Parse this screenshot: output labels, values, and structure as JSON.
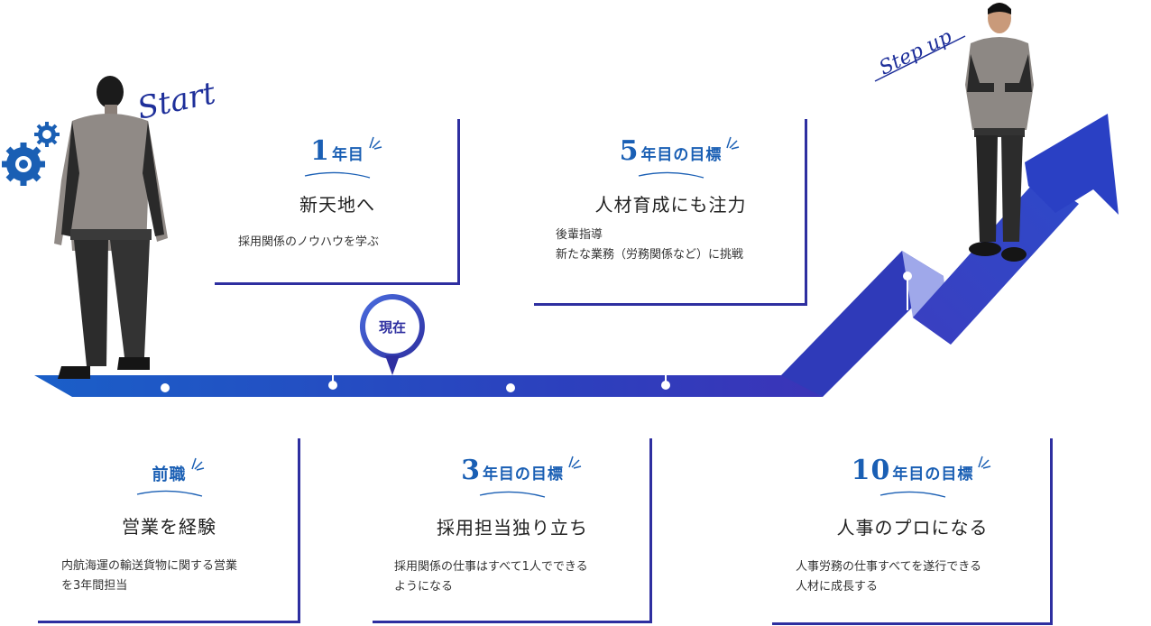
{
  "start_label": "Start",
  "stepup_label": "Step up",
  "current_pin": "現在",
  "cards": {
    "year1": {
      "num": "1",
      "unit": "年目",
      "title": "新天地へ",
      "desc": [
        "採用関係のノウハウを学ぶ"
      ]
    },
    "year5": {
      "num": "5",
      "unit": "年目の目標",
      "title": "人材育成にも注力",
      "desc": [
        "後輩指導",
        "新たな業務（労務関係など）に挑戦"
      ]
    },
    "prev": {
      "label": "前職",
      "title": "営業を経験",
      "desc": [
        "内航海運の輸送貨物に関する営業",
        "を3年間担当"
      ]
    },
    "year3": {
      "num": "3",
      "unit": "年目の目標",
      "title": "採用担当独り立ち",
      "desc": [
        "採用関係の仕事はすべて1人でできる",
        "ようになる"
      ]
    },
    "year10": {
      "num": "10",
      "unit": "年目の目標",
      "title": "人事のプロになる",
      "desc": [
        "人事労務の仕事すべてを遂行できる",
        "人材に成長する"
      ]
    }
  },
  "colors": {
    "accent": "#1a5fb4",
    "navy": "#2e2fa0",
    "road_start": "#1a5fc8",
    "road_end": "#3b34b8"
  }
}
